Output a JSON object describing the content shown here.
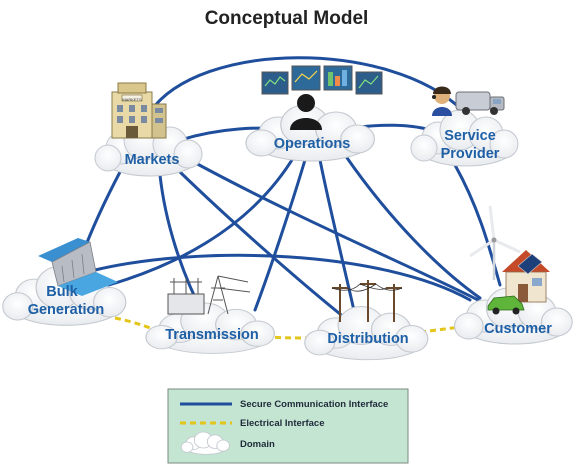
{
  "title": "Conceptual Model",
  "domains": [
    {
      "id": "markets",
      "label_lines": [
        "Markets"
      ]
    },
    {
      "id": "operations",
      "label_lines": [
        "Operations"
      ]
    },
    {
      "id": "service",
      "label_lines": [
        "Service",
        "Provider"
      ]
    },
    {
      "id": "bulk",
      "label_lines": [
        "Bulk",
        "Generation"
      ]
    },
    {
      "id": "transmission",
      "label_lines": [
        "Transmission"
      ]
    },
    {
      "id": "distribution",
      "label_lines": [
        "Distribution"
      ]
    },
    {
      "id": "customer",
      "label_lines": [
        "Customer"
      ]
    }
  ],
  "building_sign": "MARKETS",
  "legend": {
    "secure": "Secure Communication Interface",
    "electrical": "Electrical Interface",
    "domain": "Domain"
  },
  "colors": {
    "secure_line": "#1f4e9c",
    "electrical_line": "#e3c51b",
    "label_blue": "#1e5fa6",
    "legend_bg": "#c5e5d3"
  }
}
